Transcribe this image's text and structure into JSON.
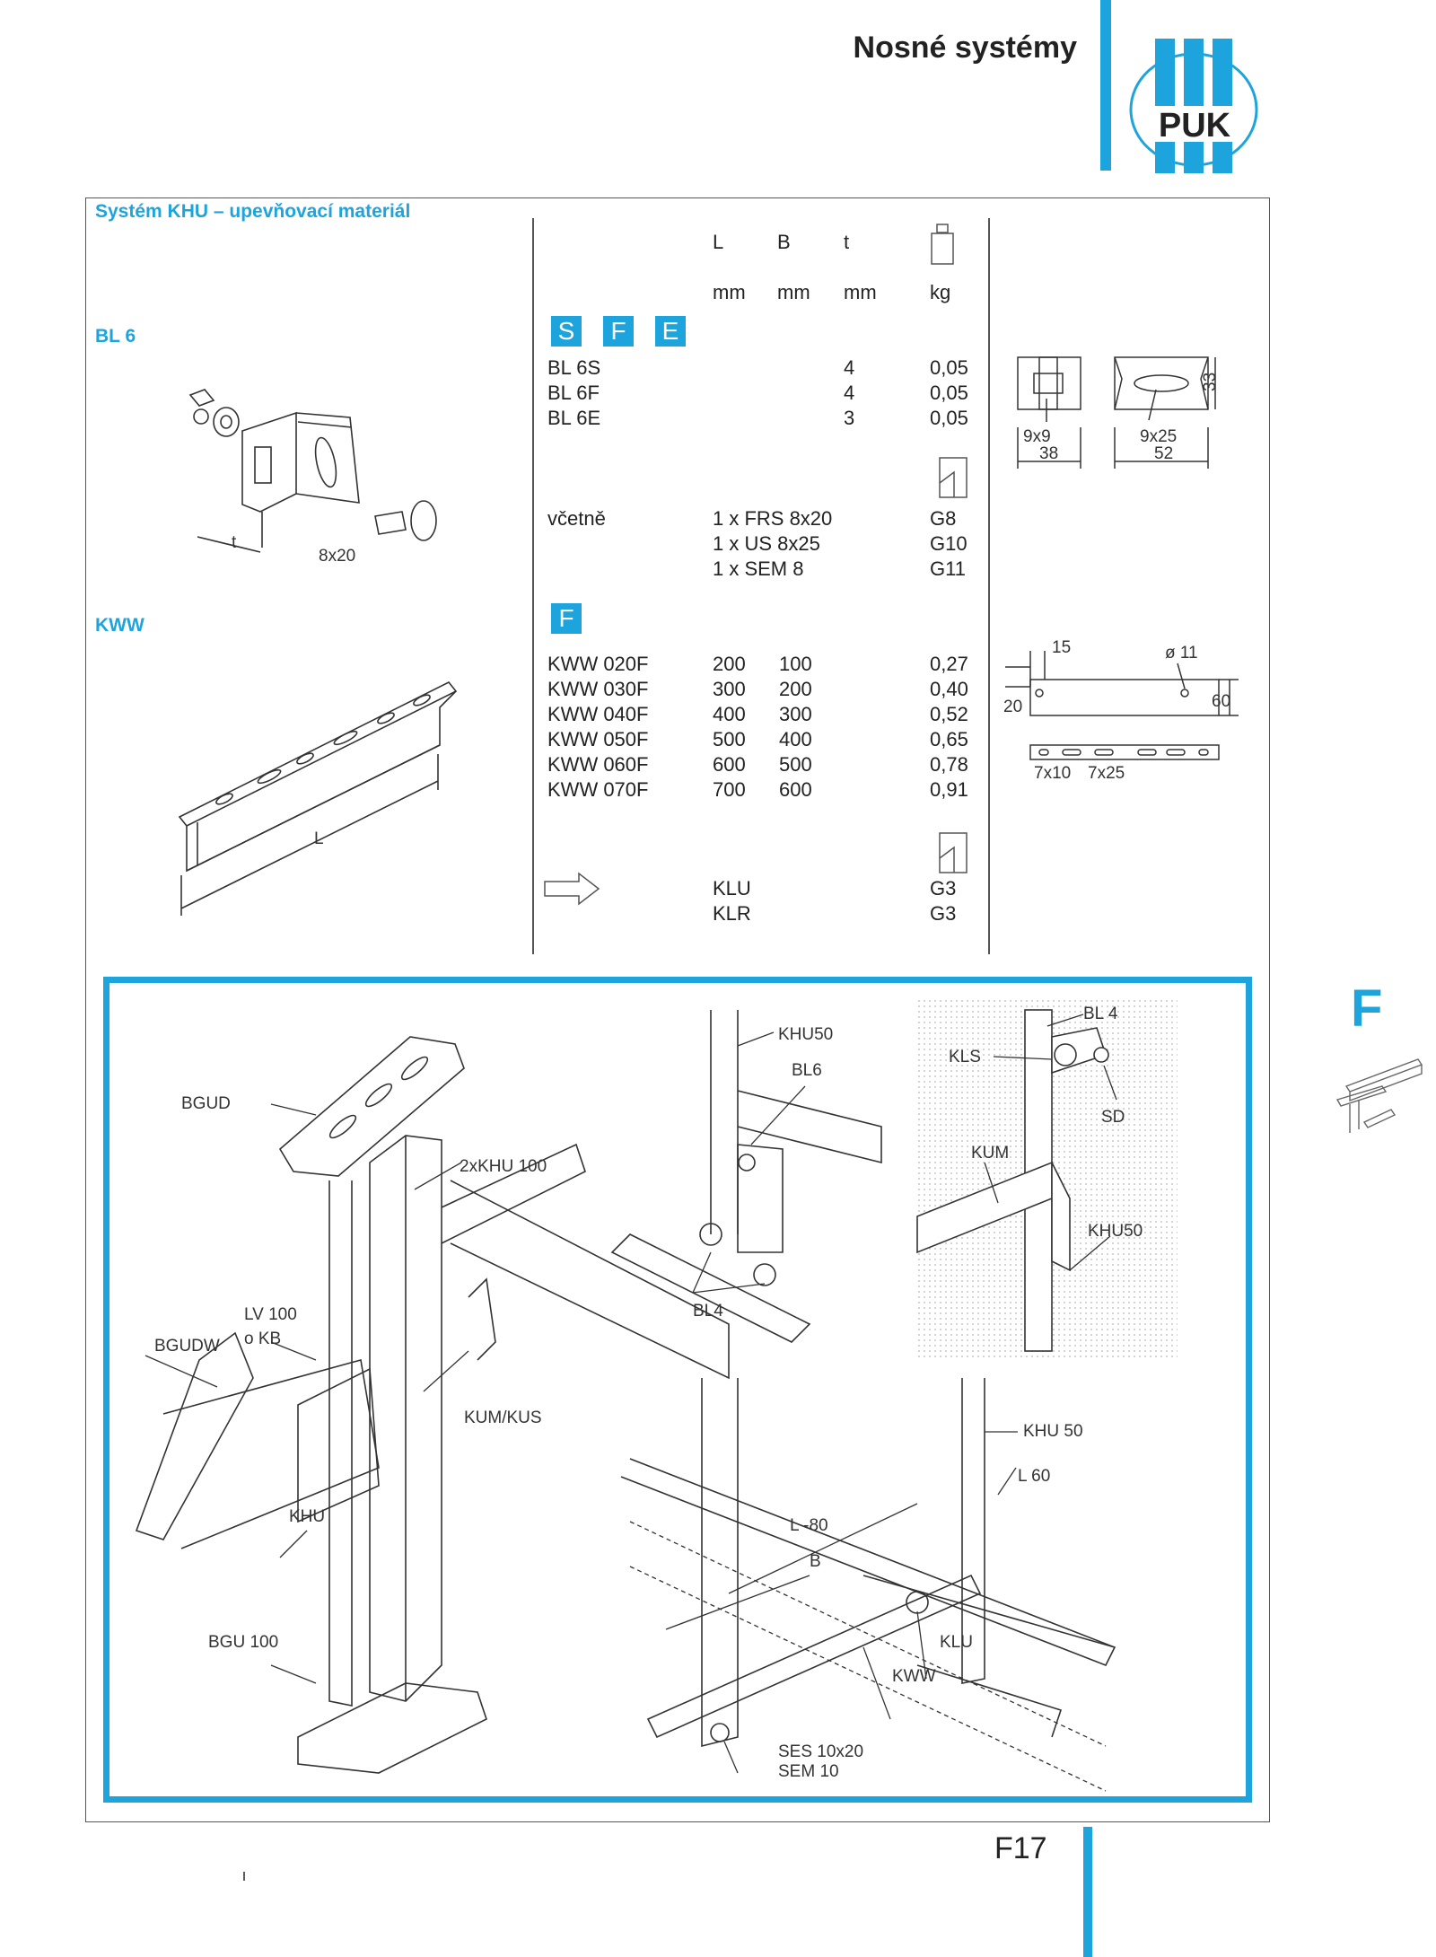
{
  "header": {
    "title": "Nosné systémy",
    "logo_text": "PUK"
  },
  "section": {
    "title": "Systém KHU – upevňovací materiál"
  },
  "columns": {
    "L": "L",
    "B": "B",
    "t": "t",
    "unit_L": "mm",
    "unit_B": "mm",
    "unit_t": "mm",
    "unit_kg": "kg",
    "weight_icon": "weight-icon"
  },
  "bl6": {
    "heading": "BL 6",
    "badges": [
      "S",
      "F",
      "E"
    ],
    "rows": [
      {
        "name": "BL 6S",
        "t": "4",
        "kg": "0,05"
      },
      {
        "name": "BL 6F",
        "t": "4",
        "kg": "0,05"
      },
      {
        "name": "BL 6E",
        "t": "3",
        "kg": "0,05"
      }
    ],
    "includes_label": "včetně",
    "includes": [
      {
        "item": "1 x FRS 8x20",
        "ref": "G8"
      },
      {
        "item": "1 x US 8x25",
        "ref": "G10"
      },
      {
        "item": "1 x SEM 8",
        "ref": "G11"
      }
    ],
    "drawing_labels": {
      "t": "t",
      "bolt": "8x20",
      "hole1": "9x9",
      "hole2": "9x25",
      "w1": "38",
      "w2": "52",
      "h": "33"
    }
  },
  "kww": {
    "heading": "KWW",
    "badge": "F",
    "rows": [
      {
        "name": "KWW 020F",
        "L": "200",
        "B": "100",
        "kg": "0,27"
      },
      {
        "name": "KWW 030F",
        "L": "300",
        "B": "200",
        "kg": "0,40"
      },
      {
        "name": "KWW 040F",
        "L": "400",
        "B": "300",
        "kg": "0,52"
      },
      {
        "name": "KWW 050F",
        "L": "500",
        "B": "400",
        "kg": "0,65"
      },
      {
        "name": "KWW 060F",
        "L": "600",
        "B": "500",
        "kg": "0,78"
      },
      {
        "name": "KWW 070F",
        "L": "700",
        "B": "600",
        "kg": "0,91"
      }
    ],
    "see_also": [
      {
        "item": "KLU",
        "ref": "G3"
      },
      {
        "item": "KLR",
        "ref": "G3"
      }
    ],
    "drawing_labels": {
      "L": "L",
      "d15": "15",
      "d20": "20",
      "d60": "60",
      "dia": "ø 11",
      "h1": "7x10",
      "h2": "7x25"
    }
  },
  "illustration": {
    "labels": {
      "bgud": "BGUD",
      "khu2": "2xKHU 100",
      "lv": "LV 100",
      "okb": "o KB",
      "bgudw": "BGUDW",
      "kum_kus": "KUM/KUS",
      "khu": "KHU",
      "bgu": "BGU 100",
      "khu50a": "KHU50",
      "bl6": "BL6",
      "bl4a": "BL4",
      "bl4b": "BL 4",
      "kls": "KLS",
      "sd": "SD",
      "kum": "KUM",
      "khu50b": "KHU50",
      "khu50c": "KHU 50",
      "l60": "L 60",
      "l80": "L -80",
      "b": "B",
      "klu": "KLU",
      "kww": "KWW",
      "ses": "SES 10x20",
      "sem": "SEM 10"
    }
  },
  "side_tab": "F",
  "page_number": "F17"
}
